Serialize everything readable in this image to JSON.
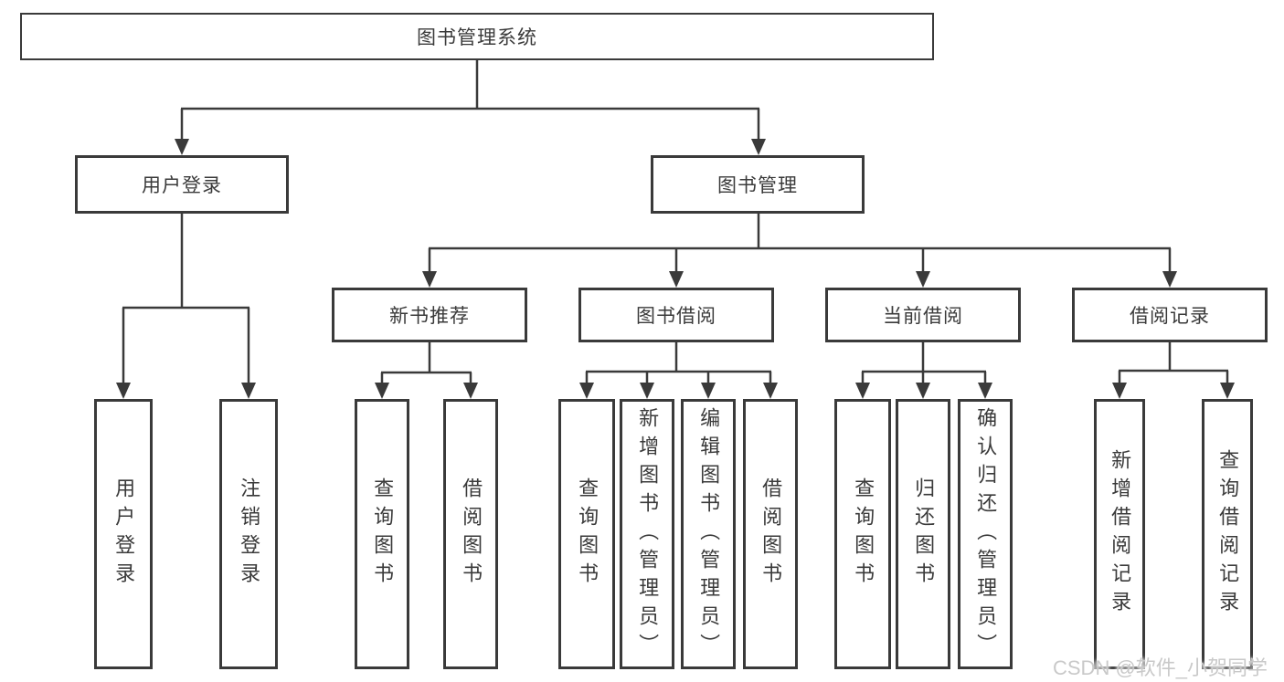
{
  "tree": {
    "label": "图书管理系统",
    "children": [
      {
        "label": "用户登录",
        "children": [
          {
            "label": "用户登录"
          },
          {
            "label": "注销登录"
          }
        ]
      },
      {
        "label": "图书管理",
        "children": [
          {
            "label": "新书推荐",
            "children": [
              {
                "label": "查询图书"
              },
              {
                "label": "借阅图书"
              }
            ]
          },
          {
            "label": "图书借阅",
            "children": [
              {
                "label": "查询图书"
              },
              {
                "label": "新增图书（管理员）"
              },
              {
                "label": "编辑图书（管理员）"
              },
              {
                "label": "借阅图书"
              }
            ]
          },
          {
            "label": "当前借阅",
            "children": [
              {
                "label": "查询图书"
              },
              {
                "label": "归还图书"
              },
              {
                "label": "确认归还（管理员）"
              }
            ]
          },
          {
            "label": "借阅记录",
            "children": [
              {
                "label": "新增借阅记录"
              },
              {
                "label": "查询借阅记录"
              }
            ]
          }
        ]
      }
    ]
  },
  "watermark": "CSDN @软件_小贺同学",
  "colors": {
    "line": "#3a3a3a",
    "text": "#3a3a3a",
    "background": "#ffffff",
    "watermark": "#c9c9c9"
  }
}
